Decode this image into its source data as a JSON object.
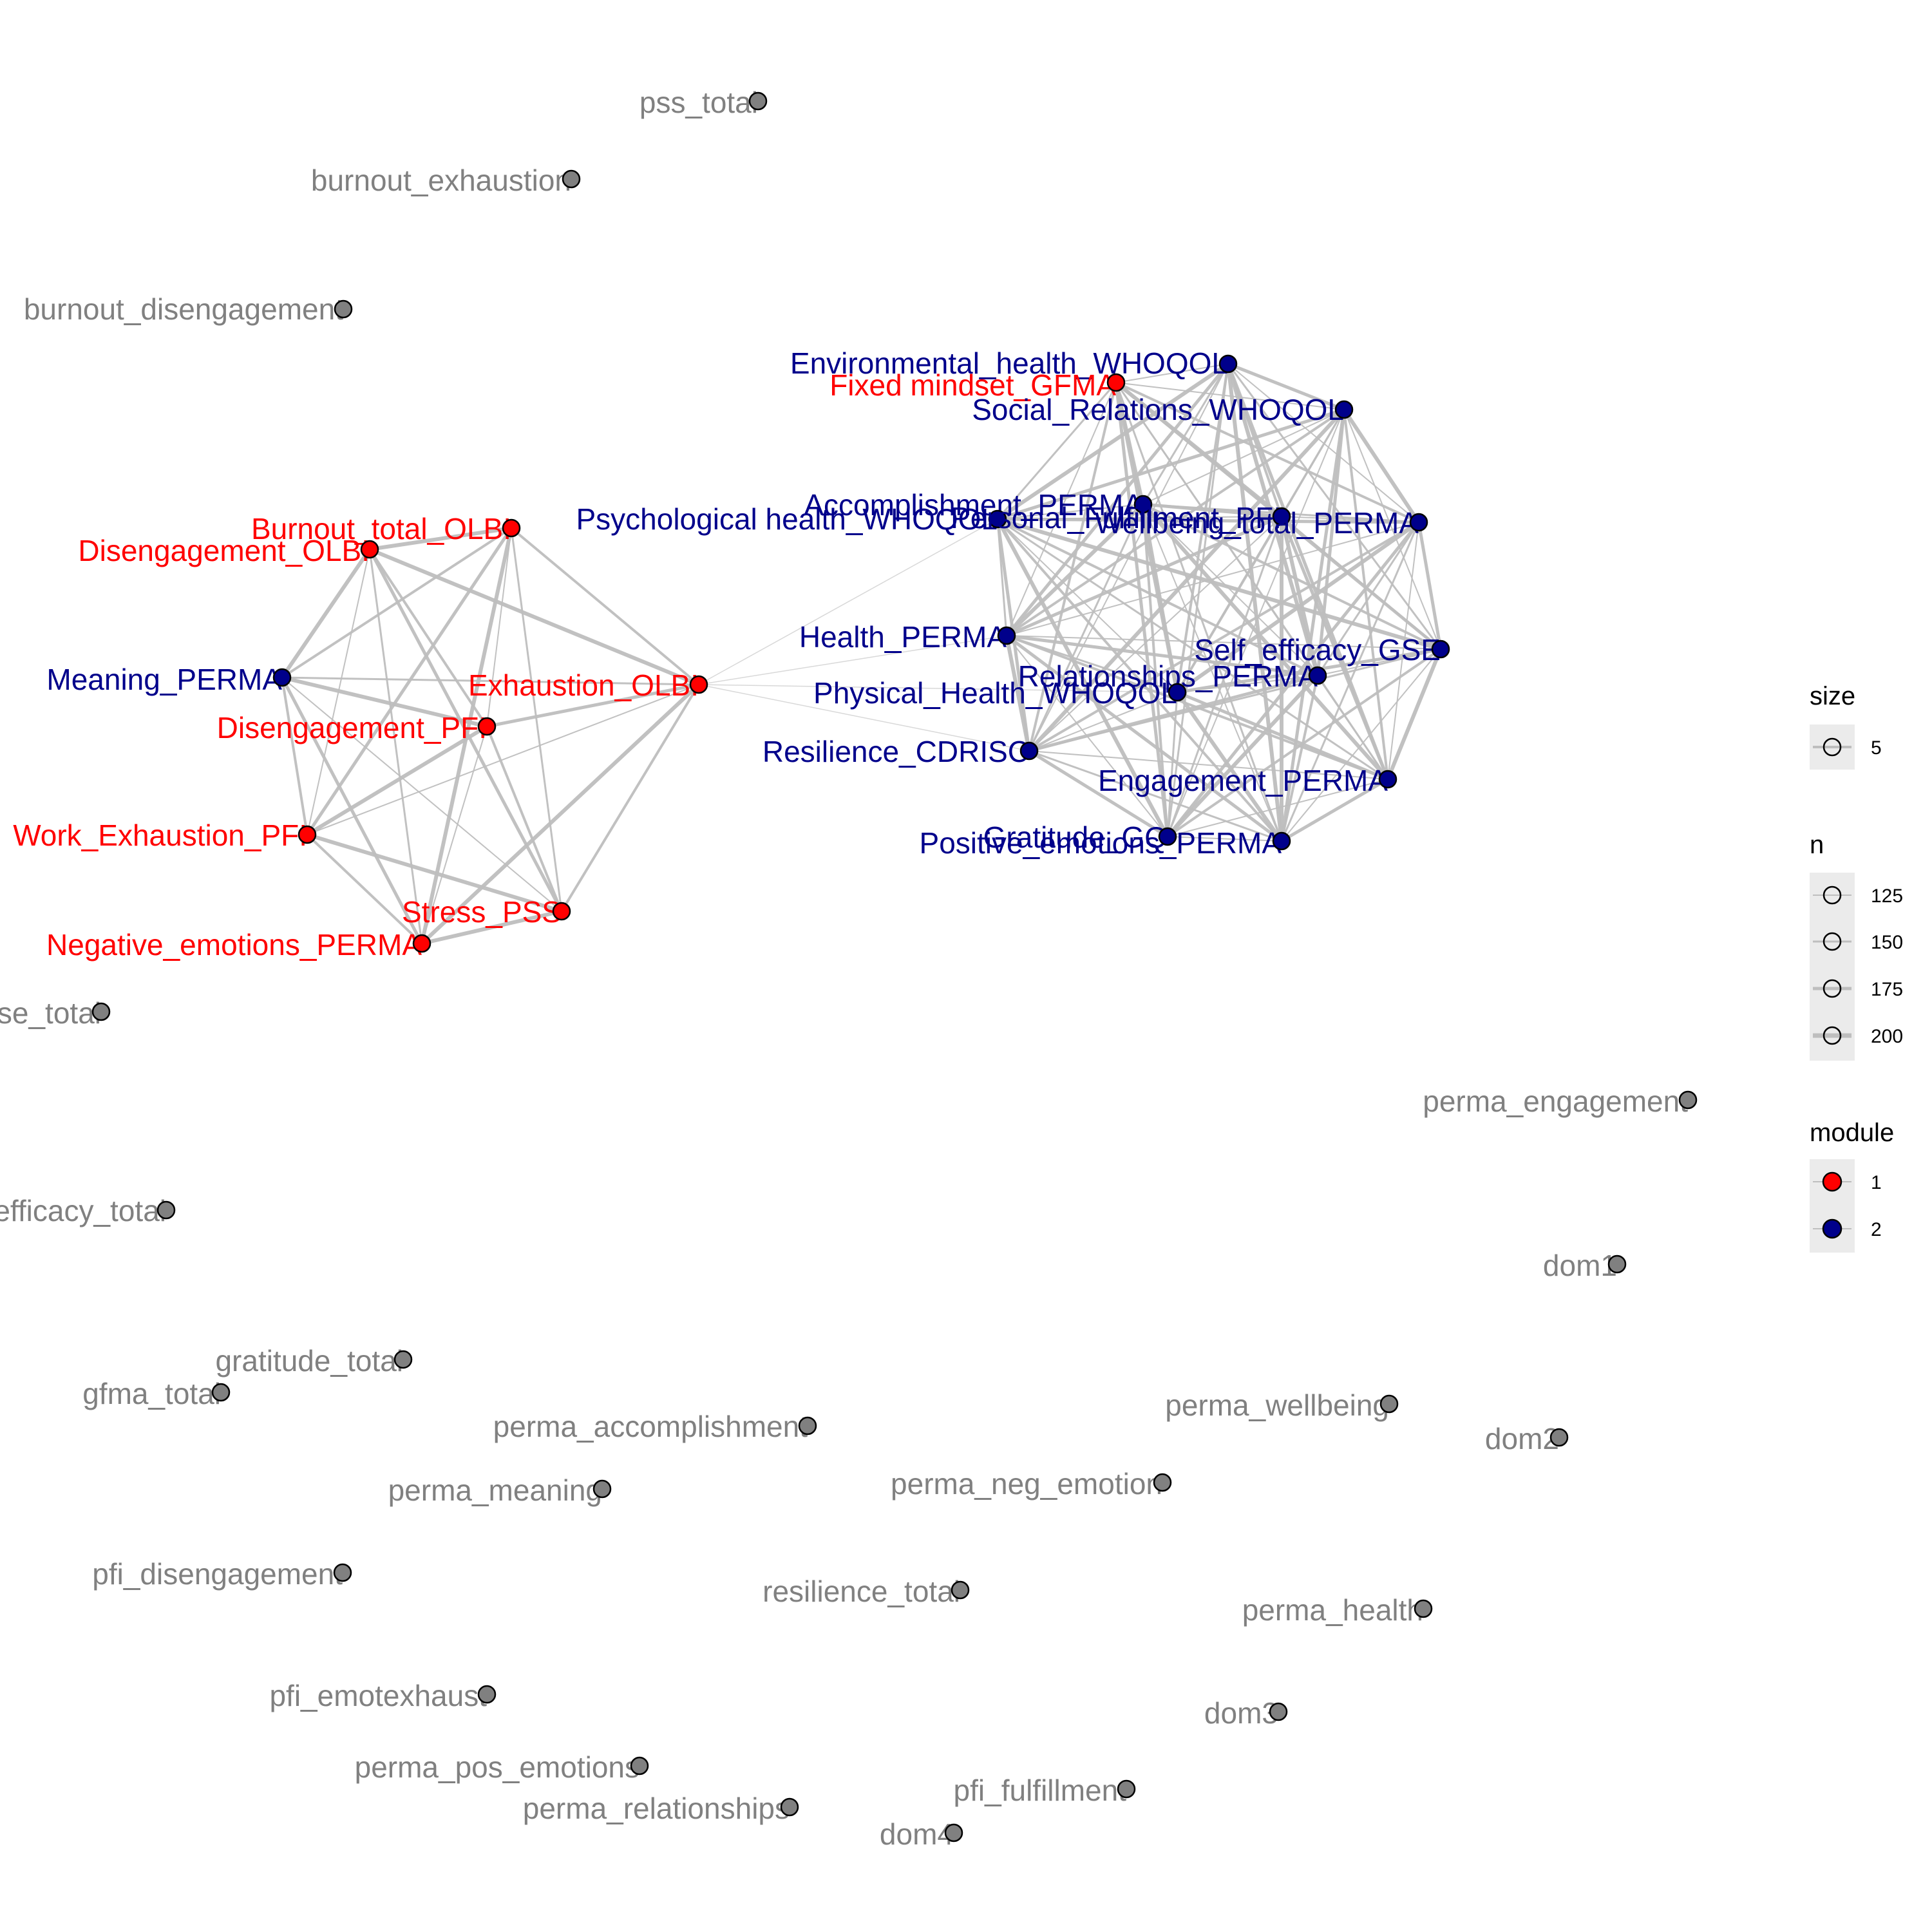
{
  "colors": {
    "module_1": "#ff0000",
    "module_2": "#00008b",
    "unassigned_node": "#808080",
    "unassigned_label": "#808080",
    "edge": "#bebebe",
    "legend_key_bg": "#ebebeb"
  },
  "nodes": [
    {
      "id": "pss_total",
      "label": "pss_total",
      "module": null
    },
    {
      "id": "burnout_exhaustion",
      "label": "burnout_exhaustion",
      "module": null
    },
    {
      "id": "burnout_disengagement",
      "label": "burnout_disengagement",
      "module": null
    },
    {
      "id": "Environmental_health_WHOQOL",
      "label": "Environmental_health_WHOQOL",
      "module": 2
    },
    {
      "id": "Fixed_mindset_GFMA",
      "label": "Fixed mindset_GFMA",
      "module": 1
    },
    {
      "id": "Social_Relations_WHOQOL",
      "label": "Social_Relations_WHOQOL",
      "module": 2
    },
    {
      "id": "Accomplishment_PERMA",
      "label": "Accomplishment_PERMA",
      "module": 2
    },
    {
      "id": "Psychological_health_WHOQOL",
      "label": "Psychological health_WHOQOL",
      "module": 2
    },
    {
      "id": "Personal_Fulfillment_PFI",
      "label": "Personal_Fulfillment_PFI",
      "module": 2
    },
    {
      "id": "Wellbeing_total_PERMA",
      "label": "Wellbeing_total_PERMA",
      "module": 2
    },
    {
      "id": "Burnout_total_OLBI",
      "label": "Burnout_total_OLBI",
      "module": 1
    },
    {
      "id": "Disengagement_OLBI",
      "label": "Disengagement_OLBI",
      "module": 1
    },
    {
      "id": "Health_PERMA",
      "label": "Health_PERMA",
      "module": 2
    },
    {
      "id": "Self_efficacy_GSE",
      "label": "Self_efficacy_GSE",
      "module": 2
    },
    {
      "id": "Meaning_PERMA",
      "label": "Meaning_PERMA",
      "module": 2
    },
    {
      "id": "Exhaustion_OLBI",
      "label": "Exhaustion_OLBI",
      "module": 1
    },
    {
      "id": "Relationships_PERMA",
      "label": "Relationships_PERMA",
      "module": 2
    },
    {
      "id": "Physical_Health_WHOQOL",
      "label": "Physical_Health_WHOQOL",
      "module": 2
    },
    {
      "id": "Disengagement_PFI",
      "label": "Disengagement_PFI",
      "module": 1
    },
    {
      "id": "Resilience_CDRISC",
      "label": "Resilience_CDRISC",
      "module": 2
    },
    {
      "id": "Engagement_PERMA",
      "label": "Engagement_PERMA",
      "module": 2
    },
    {
      "id": "Work_Exhaustion_PFI",
      "label": "Work_Exhaustion_PFI",
      "module": 1
    },
    {
      "id": "Gratitude_GQ",
      "label": "Gratitude_GQ",
      "module": 2
    },
    {
      "id": "Positive_emotions_PERMA",
      "label": "Positive_emotions_PERMA",
      "module": 2
    },
    {
      "id": "Stress_PSS",
      "label": "Stress_PSS",
      "module": 1
    },
    {
      "id": "Negative_emotions_PERMA",
      "label": "Negative_emotions_PERMA",
      "module": 1
    },
    {
      "id": "gse_total",
      "label": "gse_total",
      "module": null
    },
    {
      "id": "perma_engagement",
      "label": "perma_engagement",
      "module": null
    },
    {
      "id": "self_efficacy_total",
      "label": "self_efficacy_total",
      "module": null
    },
    {
      "id": "dom1",
      "label": "dom1",
      "module": null
    },
    {
      "id": "gratitude_total",
      "label": "gratitude_total",
      "module": null
    },
    {
      "id": "gfma_total",
      "label": "gfma_total",
      "module": null
    },
    {
      "id": "perma_accomplishment",
      "label": "perma_accomplishment",
      "module": null
    },
    {
      "id": "perma_wellbeing",
      "label": "perma_wellbeing",
      "module": null
    },
    {
      "id": "dom2",
      "label": "dom2",
      "module": null
    },
    {
      "id": "perma_meaning",
      "label": "perma_meaning",
      "module": null
    },
    {
      "id": "perma_neg_emotion",
      "label": "perma_neg_emotion",
      "module": null
    },
    {
      "id": "pfi_disengagement",
      "label": "pfi_disengagement",
      "module": null
    },
    {
      "id": "resilience_total",
      "label": "resilience_total",
      "module": null
    },
    {
      "id": "perma_health",
      "label": "perma_health",
      "module": null
    },
    {
      "id": "pfi_emotexhaust",
      "label": "pfi_emotexhaust",
      "module": null
    },
    {
      "id": "dom3",
      "label": "dom3",
      "module": null
    },
    {
      "id": "perma_pos_emotions",
      "label": "perma_pos_emotions",
      "module": null
    },
    {
      "id": "pfi_fulfillment",
      "label": "pfi_fulfillment",
      "module": null
    },
    {
      "id": "perma_relationships",
      "label": "perma_relationships",
      "module": null
    },
    {
      "id": "dom4",
      "label": "dom4",
      "module": null
    }
  ],
  "edges": {
    "module_1_complete": [
      "Burnout_total_OLBI",
      "Disengagement_OLBI",
      "Meaning_PERMA",
      "Disengagement_PFI",
      "Work_Exhaustion_PFI",
      "Stress_PSS",
      "Negative_emotions_PERMA",
      "Exhaustion_OLBI"
    ],
    "module_2_complete": [
      "Environmental_health_WHOQOL",
      "Fixed_mindset_GFMA",
      "Social_Relations_WHOQOL",
      "Accomplishment_PERMA",
      "Psychological_health_WHOQOL",
      "Personal_Fulfillment_PFI",
      "Wellbeing_total_PERMA",
      "Health_PERMA",
      "Self_efficacy_GSE",
      "Relationships_PERMA",
      "Physical_Health_WHOQOL",
      "Resilience_CDRISC",
      "Engagement_PERMA",
      "Gratitude_GQ",
      "Positive_emotions_PERMA"
    ],
    "bridges": [
      [
        "Exhaustion_OLBI",
        "Psychological_health_WHOQOL"
      ],
      [
        "Exhaustion_OLBI",
        "Health_PERMA"
      ],
      [
        "Exhaustion_OLBI",
        "Physical_Health_WHOQOL"
      ],
      [
        "Exhaustion_OLBI",
        "Resilience_CDRISC"
      ]
    ]
  },
  "legend": {
    "size": {
      "title": "size",
      "items": [
        "5"
      ]
    },
    "n": {
      "title": "n",
      "items": [
        "125",
        "150",
        "175",
        "200"
      ]
    },
    "module": {
      "title": "module",
      "items": [
        {
          "label": "1",
          "color": "#ff0000"
        },
        {
          "label": "2",
          "color": "#00008b"
        }
      ]
    }
  }
}
